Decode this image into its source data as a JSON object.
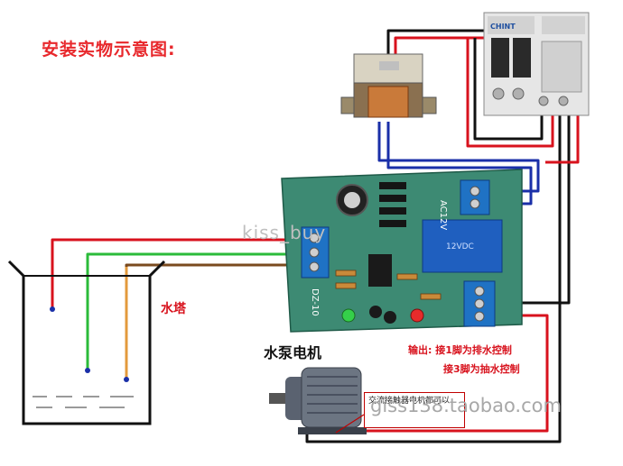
{
  "title": "安装实物示意图:",
  "labels": {
    "water_tower": "水塔",
    "pump_motor": "水泵电机",
    "output_line1": "输出: 接1脚为排水控制",
    "output_line2": "接3脚为抽水控制",
    "board_voltage": "AC12V",
    "relay_text": "12VDC",
    "board_id": "DZ-10",
    "breaker_brand": "CHINT"
  },
  "note_text": "交流接触器电机都可以",
  "watermarks": {
    "top": "kiss_buy",
    "bottom": "giss138.taobao.com"
  },
  "colors": {
    "wire_red": "#d8121d",
    "wire_blue": "#1a2fa8",
    "wire_green": "#2bbb3a",
    "wire_orange": "#e39a3c",
    "wire_brown": "#7a4a1e",
    "wire_black": "#111111",
    "pcb": "#3d8a73",
    "terminal": "#1f72c4",
    "relay": "#1f5fbf",
    "title_red": "#e8282c"
  }
}
